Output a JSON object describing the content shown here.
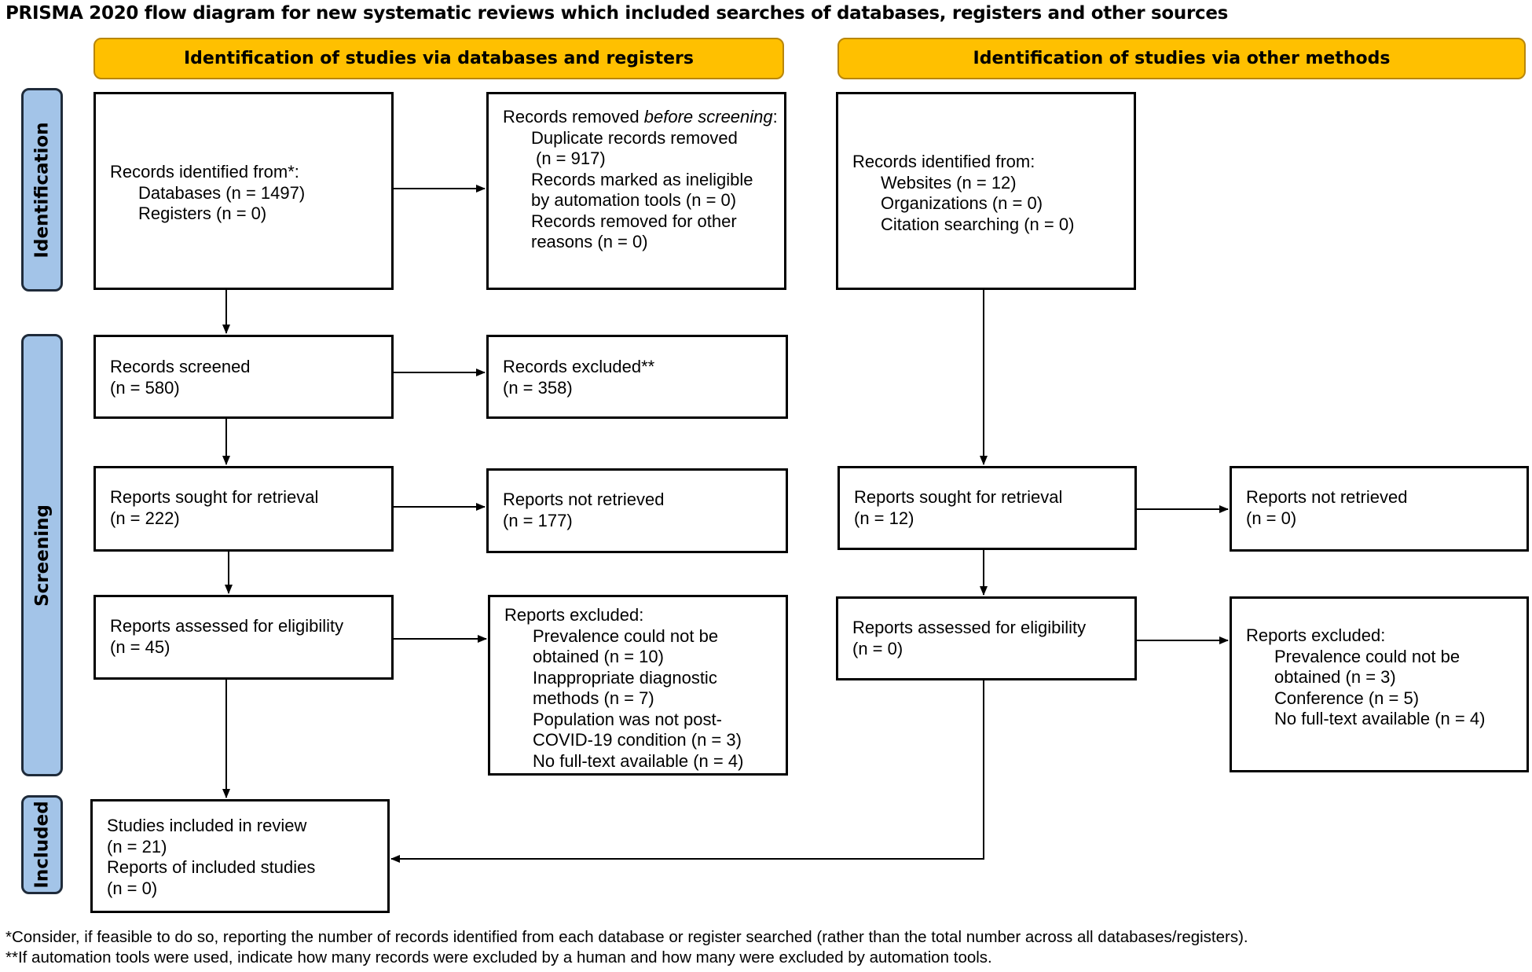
{
  "title": "PRISMA 2020 flow diagram for new systematic reviews which included searches of databases, registers and other sources",
  "headers": {
    "databases": "Identification of studies via databases and registers",
    "other": "Identification of studies via other methods"
  },
  "phases": {
    "identification": "Identification",
    "screening": "Screening",
    "included": "Included"
  },
  "left": {
    "identified": {
      "heading": "Records identified from*:",
      "databases": "Databases (n = 1497)",
      "registers": "Registers (n = 0)"
    },
    "removed": {
      "heading_prefix": "Records removed ",
      "heading_italic": "before screening",
      "heading_suffix": ":",
      "duplicates": "Duplicate records removed",
      "duplicates_n": "(n = 917)",
      "ineligible_1": "Records marked as ineligible",
      "ineligible_2": "by automation tools (n = 0)",
      "other_1": "Records removed for other",
      "other_2": "reasons (n = 0)"
    },
    "screened": {
      "label": "Records screened",
      "n": "(n = 580)"
    },
    "excluded": {
      "label": "Records excluded**",
      "n": "(n = 358)"
    },
    "sought": {
      "label": "Reports sought for retrieval",
      "n": "(n = 222)"
    },
    "not_retrieved": {
      "label": "Reports not retrieved",
      "n": "(n = 177)"
    },
    "assessed": {
      "label": "Reports assessed for eligibility",
      "n": "(n = 45)"
    },
    "reports_excluded": {
      "heading": "Reports excluded:",
      "lines": [
        "Prevalence could not be",
        "obtained (n = 10)",
        "Inappropriate diagnostic",
        "methods (n = 7)",
        "Population was not post-",
        "COVID-19 condition (n = 3)",
        "No full-text available (n = 4)"
      ]
    },
    "included": {
      "studies": "Studies included in review",
      "studies_n": "(n = 21)",
      "reports": "Reports of included studies",
      "reports_n": "(n = 0)"
    }
  },
  "right": {
    "identified": {
      "heading": "Records identified from:",
      "websites": "Websites (n = 12)",
      "organizations": "Organizations (n = 0)",
      "citation": "Citation searching (n = 0)"
    },
    "sought": {
      "label": "Reports sought for retrieval",
      "n": "(n = 12)"
    },
    "not_retrieved": {
      "label": "Reports not retrieved",
      "n": "(n = 0)"
    },
    "assessed": {
      "label": "Reports assessed for eligibility",
      "n": "(n = 0)"
    },
    "reports_excluded": {
      "heading": "Reports excluded:",
      "lines": [
        "Prevalence could not be",
        "obtained (n = 3)",
        "Conference (n = 5)",
        "No full-text available (n = 4)"
      ]
    }
  },
  "footnotes": [
    "*Consider, if feasible to do so, reporting the number of records identified from each database or register searched (rather than the total number across all databases/registers).",
    "**If automation tools were used, indicate how many records were excluded by a human and how many were excluded by automation tools."
  ]
}
